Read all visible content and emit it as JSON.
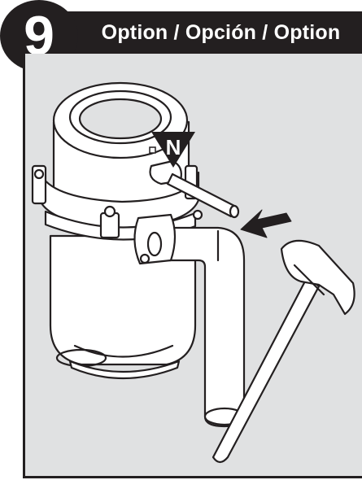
{
  "header": {
    "step_number": "9",
    "title": "Option / Opción / Option"
  },
  "illustration": {
    "callout_label": "N"
  },
  "colors": {
    "dark": "#231f20",
    "panel": "#e0e1e2",
    "part": "#ffffff"
  }
}
